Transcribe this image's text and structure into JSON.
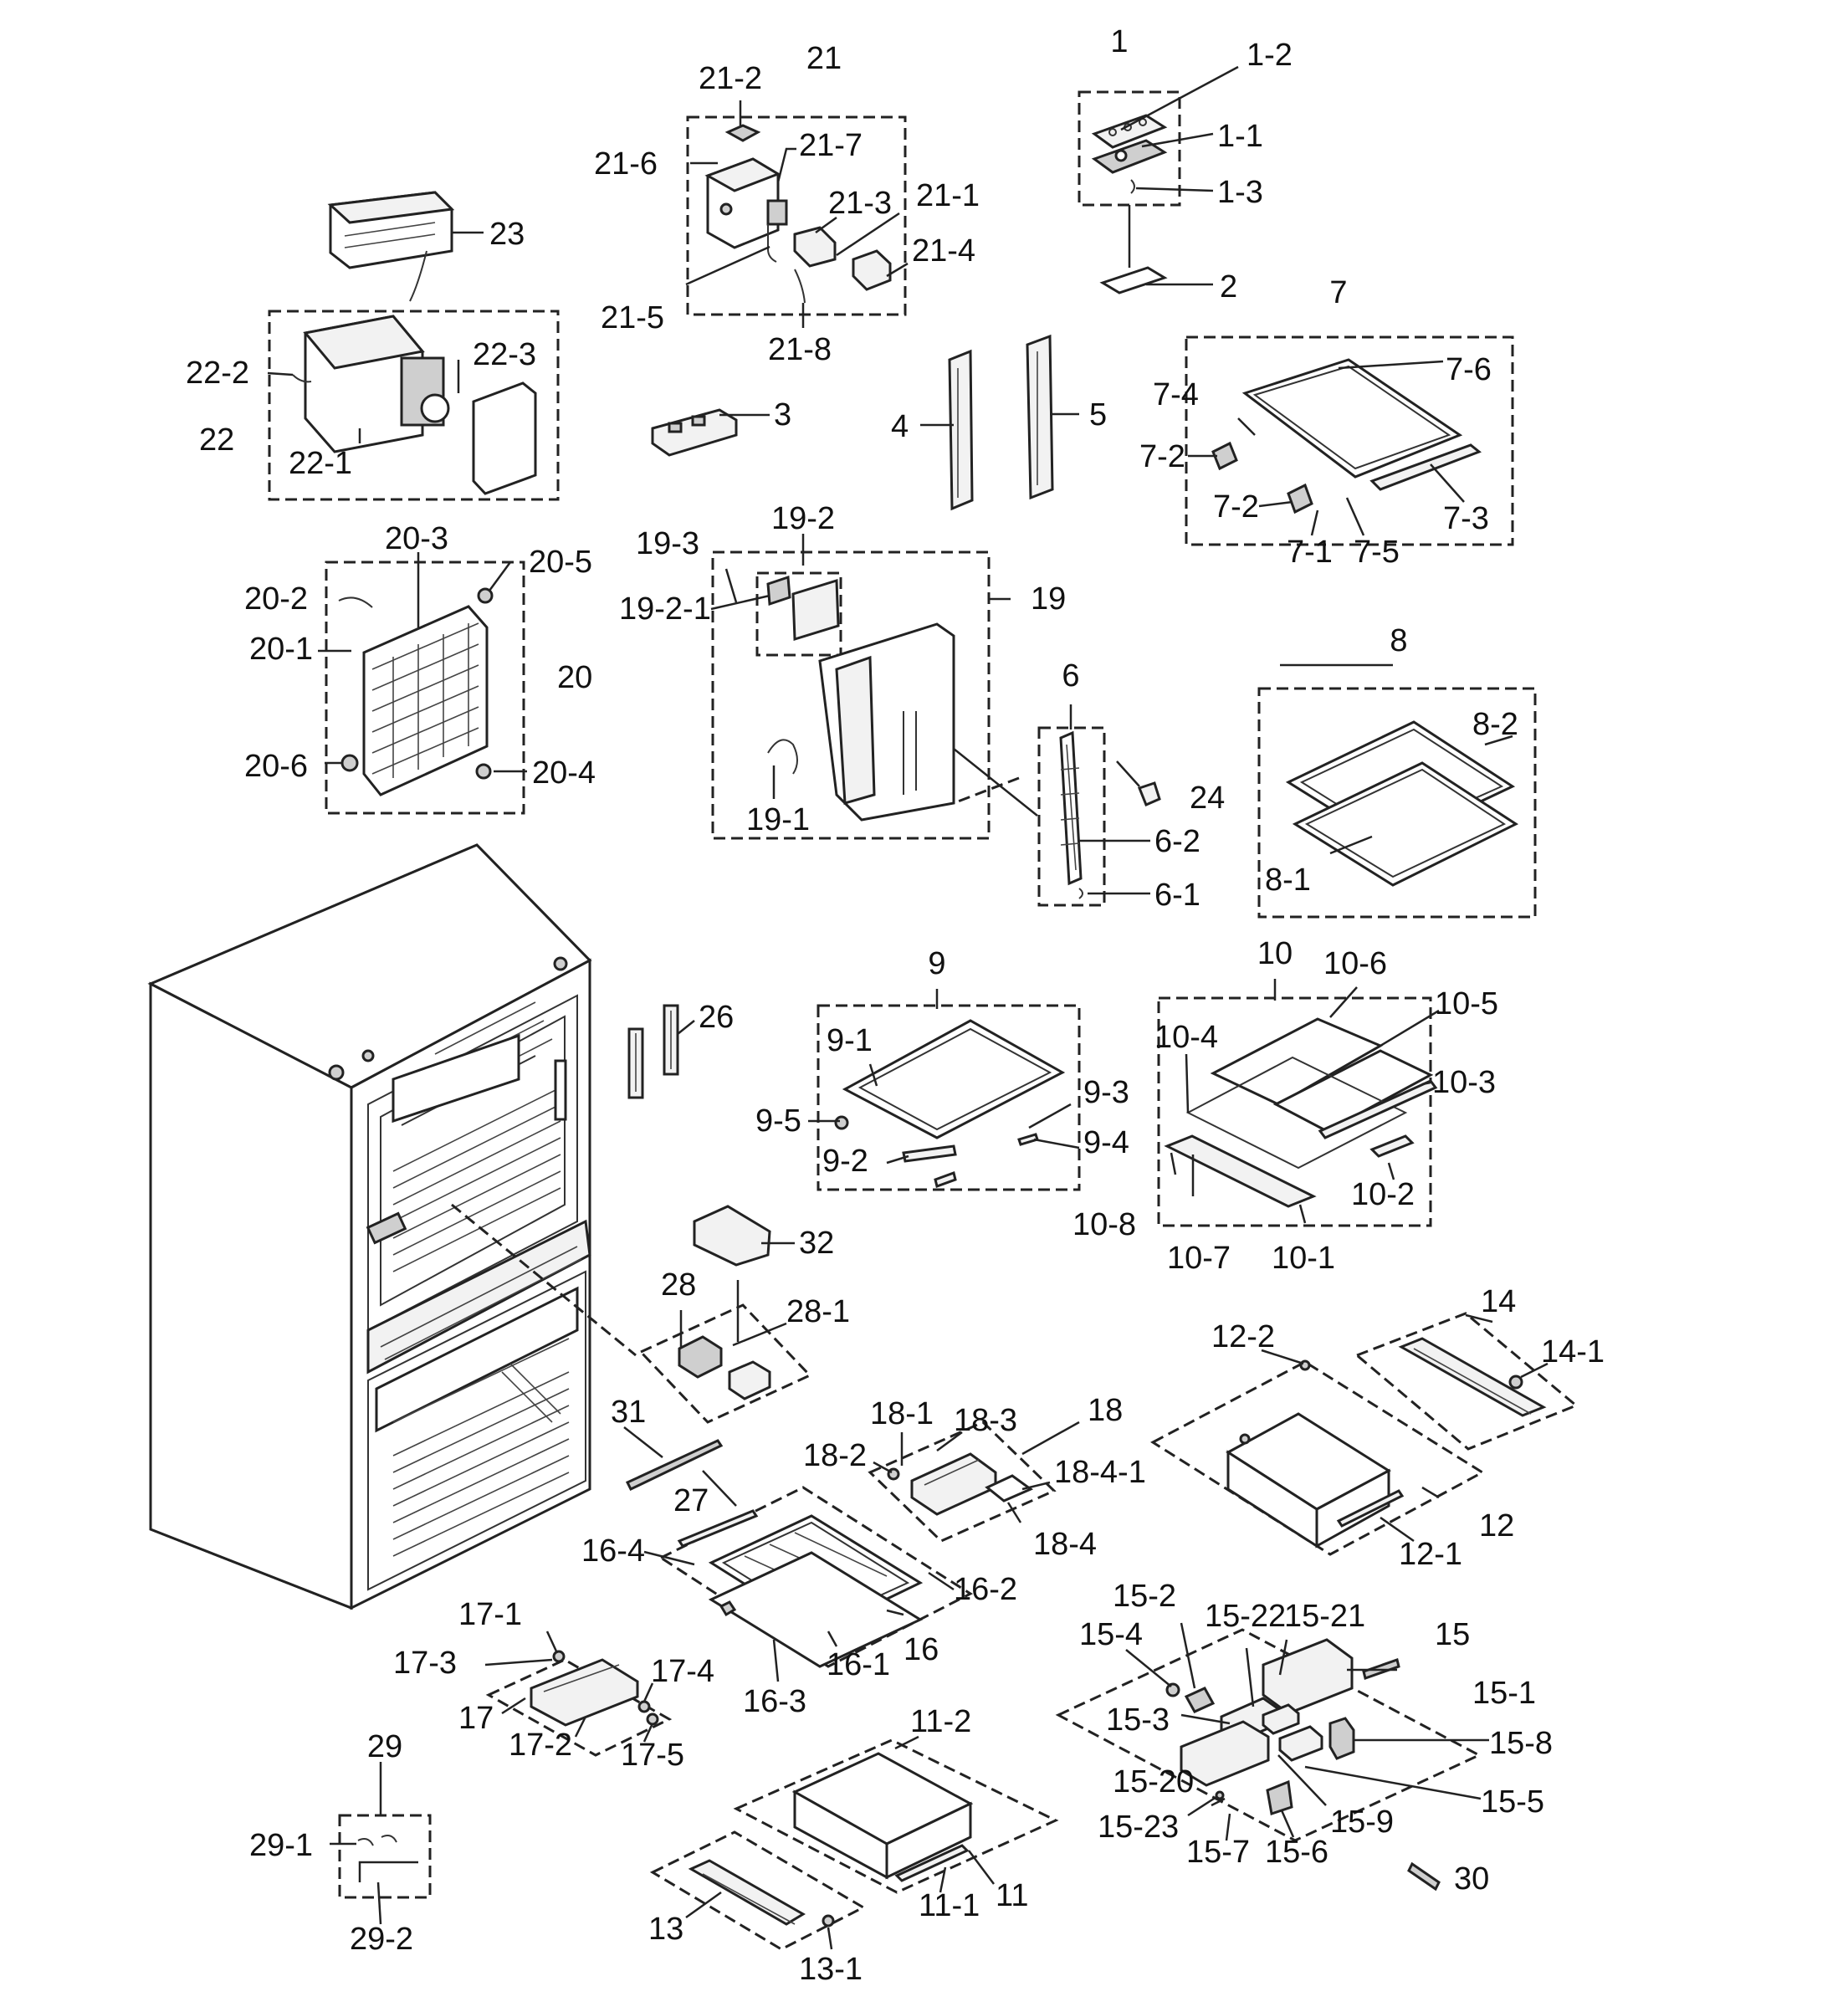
{
  "labels": {
    "l1": "1",
    "l1_1": "1-1",
    "l1_2": "1-2",
    "l1_3": "1-3",
    "l2": "2",
    "l3": "3",
    "l4": "4",
    "l5": "5",
    "l6": "6",
    "l6_1": "6-1",
    "l6_2": "6-2",
    "l7": "7",
    "l7_1": "7-1",
    "l7_2a": "7-2",
    "l7_2b": "7-2",
    "l7_3": "7-3",
    "l7_4": "7-4",
    "l7_5": "7-5",
    "l7_6": "7-6",
    "l8": "8",
    "l8_1": "8-1",
    "l8_2": "8-2",
    "l9": "9",
    "l9_1": "9-1",
    "l9_2": "9-2",
    "l9_3": "9-3",
    "l9_4": "9-4",
    "l9_5": "9-5",
    "l10": "10",
    "l10_1": "10-1",
    "l10_2": "10-2",
    "l10_3": "10-3",
    "l10_4": "10-4",
    "l10_5": "10-5",
    "l10_6": "10-6",
    "l10_7": "10-7",
    "l10_8": "10-8",
    "l11": "11",
    "l11_1": "11-1",
    "l11_2": "11-2",
    "l12": "12",
    "l12_1": "12-1",
    "l12_2": "12-2",
    "l13": "13",
    "l13_1": "13-1",
    "l14": "14",
    "l14_1": "14-1",
    "l15": "15",
    "l15_1": "15-1",
    "l15_2": "15-2",
    "l15_3": "15-3",
    "l15_4": "15-4",
    "l15_5": "15-5",
    "l15_6": "15-6",
    "l15_7": "15-7",
    "l15_8": "15-8",
    "l15_9": "15-9",
    "l15_20": "15-20",
    "l15_21": "15-21",
    "l15_22": "15-22",
    "l15_23": "15-23",
    "l16": "16",
    "l16_1": "16-1",
    "l16_2": "16-2",
    "l16_3": "16-3",
    "l16_4": "16-4",
    "l17": "17",
    "l17_1": "17-1",
    "l17_2": "17-2",
    "l17_3": "17-3",
    "l17_4": "17-4",
    "l17_5": "17-5",
    "l18": "18",
    "l18_1": "18-1",
    "l18_2": "18-2",
    "l18_3": "18-3",
    "l18_4": "18-4",
    "l18_4_1": "18-4-1",
    "l19": "19",
    "l19_1": "19-1",
    "l19_2": "19-2",
    "l19_2_1": "19-2-1",
    "l19_3": "19-3",
    "l20": "20",
    "l20_1": "20-1",
    "l20_2": "20-2",
    "l20_3": "20-3",
    "l20_4": "20-4",
    "l20_5": "20-5",
    "l20_6": "20-6",
    "l21": "21",
    "l21_1": "21-1",
    "l21_2": "21-2",
    "l21_3": "21-3",
    "l21_4": "21-4",
    "l21_5": "21-5",
    "l21_6": "21-6",
    "l21_7": "21-7",
    "l21_8": "21-8",
    "l22": "22",
    "l22_1": "22-1",
    "l22_2": "22-2",
    "l22_3": "22-3",
    "l23": "23",
    "l24": "24",
    "l26": "26",
    "l27": "27",
    "l28": "28",
    "l28_1": "28-1",
    "l29": "29",
    "l29_1": "29-1",
    "l29_2": "29-2",
    "l30": "30",
    "l31": "31",
    "l32": "32"
  }
}
